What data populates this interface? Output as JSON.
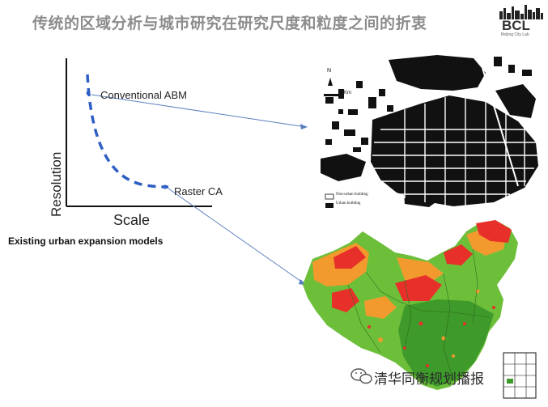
{
  "slide": {
    "title": "传统的区域分析与城市研究在研究尺度和粒度之间的折衷",
    "logo_text": "BCL",
    "logo_subtext": "Beijing City Lab"
  },
  "diagram": {
    "y_axis_label": "Resolution",
    "x_axis_label": "Scale",
    "point_abm_label": "Conventional ABM",
    "point_ca_label": "Raster CA",
    "caption": "Existing urban expansion models"
  },
  "beijing_map": {
    "legend_items": [
      "Non-urban building",
      "Urban building"
    ],
    "scale_unit": "Km",
    "north_label": "N"
  },
  "china_map": {
    "colors": {
      "high": "#e8302a",
      "mid": "#f29a2e",
      "low": "#6dbf3a",
      "lowest": "#3e9a2a"
    }
  },
  "watermark": {
    "text": "清华同衡规划播报"
  },
  "colors": {
    "curve": "#2f5fc4",
    "arrow": "#5a7fbf"
  }
}
